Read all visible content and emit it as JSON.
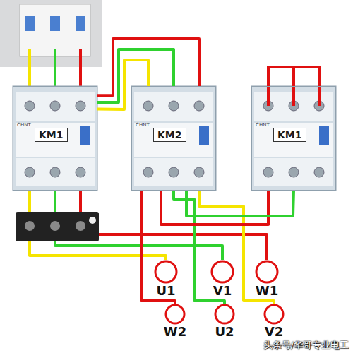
{
  "diagram": {
    "nodes": [
      {
        "text": [
          "KM1"
        ]
      },
      {
        "text": [
          "KM2"
        ]
      },
      {
        "text": [
          "KM1"
        ]
      },
      {
        "text": [
          "U1"
        ]
      },
      {
        "text": [
          "V1"
        ]
      },
      {
        "text": [
          "W1"
        ]
      },
      {
        "text": [
          "W2"
        ]
      },
      {
        "text": [
          "U2"
        ]
      },
      {
        "text": [
          "V2"
        ]
      }
    ],
    "edges": [
      {
        "from": 0,
        "to": 1,
        "arrow": "none"
      },
      {
        "from": 0,
        "to": 1,
        "arrow": "none"
      },
      {
        "from": 0,
        "to": 1,
        "arrow": "none"
      },
      {
        "from": 0,
        "to": 3,
        "arrow": "none"
      },
      {
        "from": 0,
        "to": 4,
        "arrow": "none"
      },
      {
        "from": 0,
        "to": 5,
        "arrow": "none"
      },
      {
        "from": 1,
        "to": 6,
        "arrow": "none"
      },
      {
        "from": 1,
        "to": 7,
        "arrow": "none"
      },
      {
        "from": 1,
        "to": 8,
        "arrow": "none"
      },
      {
        "from": 2,
        "to": 1,
        "arrow": "none"
      },
      {
        "from": 2,
        "to": 1,
        "arrow": "none"
      }
    ],
    "labels": [
      "CHNT",
      "CHNT",
      "CHNT",
      "头条号/华哥专业电工"
    ]
  }
}
